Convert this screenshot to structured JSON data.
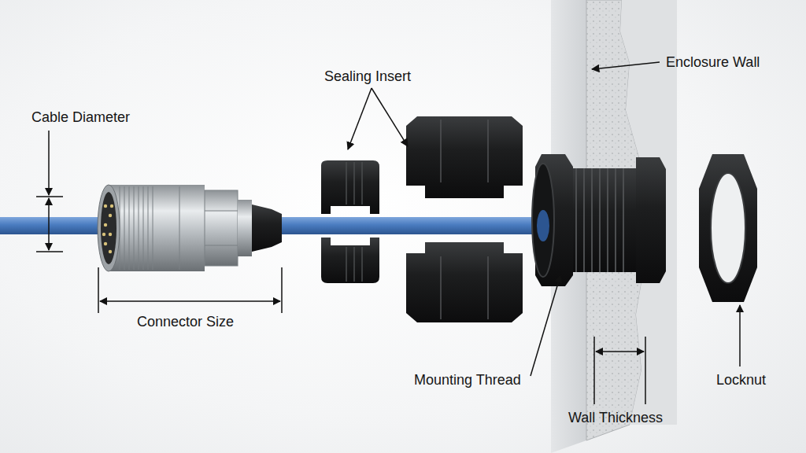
{
  "diagram": {
    "labels": [
      "Cable Diameter",
      "Sealing Insert",
      "Enclosure Wall",
      "Connector Size",
      "Mounting Thread",
      "Wall Thickness",
      "Locknut"
    ]
  }
}
